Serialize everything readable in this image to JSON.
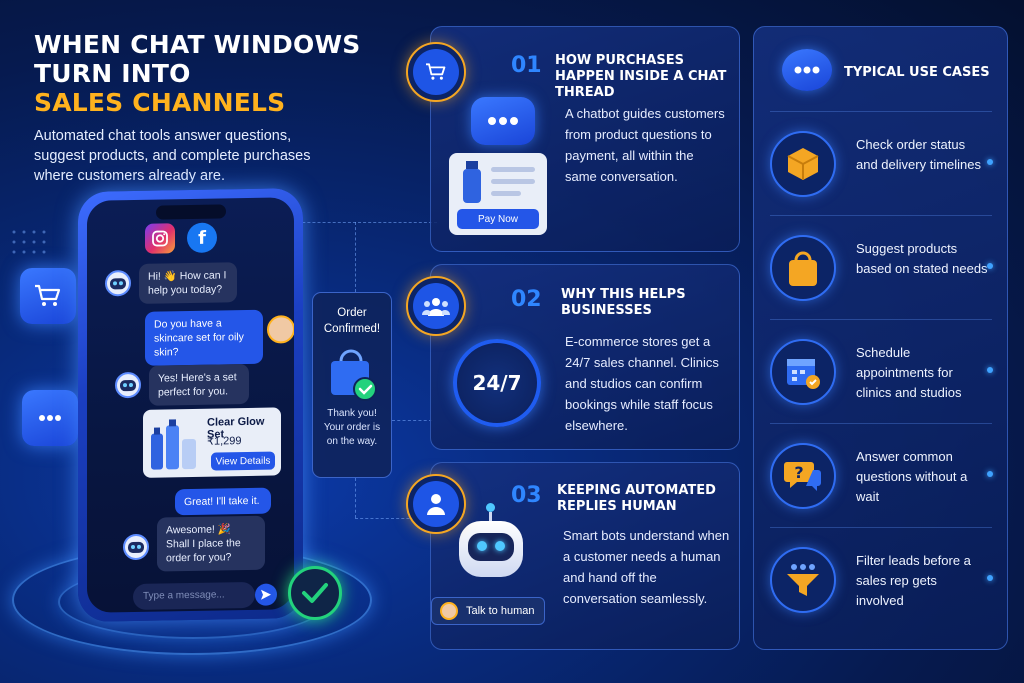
{
  "hero": {
    "title_line1": "WHEN CHAT WINDOWS",
    "title_line2": "TURN INTO",
    "title_line3": "SALES CHANNELS",
    "subtitle": "Automated chat tools answer questions, suggest products, and complete purchases where customers already are."
  },
  "phone": {
    "msg1": "Hi! 👋 How can I help you today?",
    "msg2": "Do you have a skincare set for oily skin?",
    "msg3": "Yes! Here's a set perfect for you.",
    "product_name": "Clear Glow Set",
    "product_price": "₹1,299",
    "view_details": "View Details",
    "msg4": "Great! I'll take it.",
    "msg5": "Awesome! 🎉 Shall I place the order for you?",
    "input_placeholder": "Type a message..."
  },
  "order_card": {
    "title": "Order Confirmed!",
    "body": "Thank you! Your order is on the way."
  },
  "panels": [
    {
      "number": "01",
      "title": "HOW PURCHASES HAPPEN INSIDE A CHAT THREAD",
      "body": "A chatbot guides customers from product questions to payment, all within the same conversation.",
      "button": "Pay Now"
    },
    {
      "number": "02",
      "title": "WHY THIS HELPS BUSINESSES",
      "body": "E-commerce stores get a 24/7 sales channel. Clinics and studios can confirm bookings while staff focus elsewhere.",
      "badge": "24/7"
    },
    {
      "number": "03",
      "title": "KEEPING AUTOMATED REPLIES HUMAN",
      "body": "Smart bots understand when a customer needs a human and hand off the conversation seamlessly.",
      "button": "Talk to human"
    }
  ],
  "use_cases": {
    "title": "TYPICAL USE CASES",
    "items": [
      {
        "text": "Check order status and delivery timelines",
        "icon": "package-icon"
      },
      {
        "text": "Suggest products based on stated needs",
        "icon": "shopping-bag-icon"
      },
      {
        "text": "Schedule appointments for clinics and studios",
        "icon": "calendar-icon"
      },
      {
        "text": "Answer common questions without a wait",
        "icon": "question-chat-icon"
      },
      {
        "text": "Filter leads before a sales rep gets involved",
        "icon": "funnel-icon"
      }
    ]
  },
  "colors": {
    "accent_orange": "#ffb21e",
    "accent_blue": "#2f86ff",
    "success_green": "#23d27d",
    "background_navy": "#061a4f"
  }
}
